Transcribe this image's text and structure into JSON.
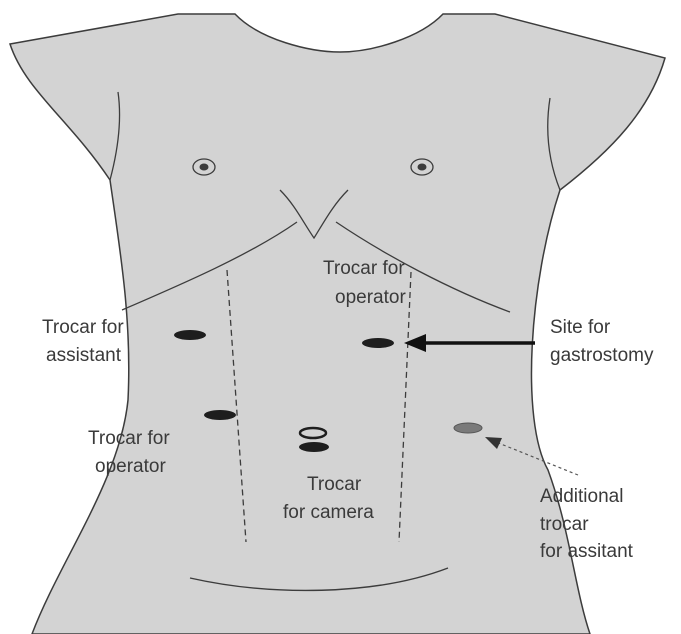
{
  "labels": {
    "operator_upper_1": "Trocar for",
    "operator_upper_2": "operator",
    "assistant_1": "Trocar for",
    "assistant_2": "assistant",
    "gastrostomy_1": "Site for",
    "gastrostomy_2": "gastrostomy",
    "operator_lower_1": "Trocar for",
    "operator_lower_2": "operator",
    "camera_1": "Trocar",
    "camera_2": "for camera",
    "additional_1": "Additional",
    "additional_2": "trocar",
    "additional_3": "for assitant"
  },
  "colors": {
    "skin": "#d3d3d3",
    "outline": "#3c3c3c",
    "port": "#1e1e1e",
    "additional_port": "#7a7a7a",
    "text": "#3a3a3a"
  }
}
